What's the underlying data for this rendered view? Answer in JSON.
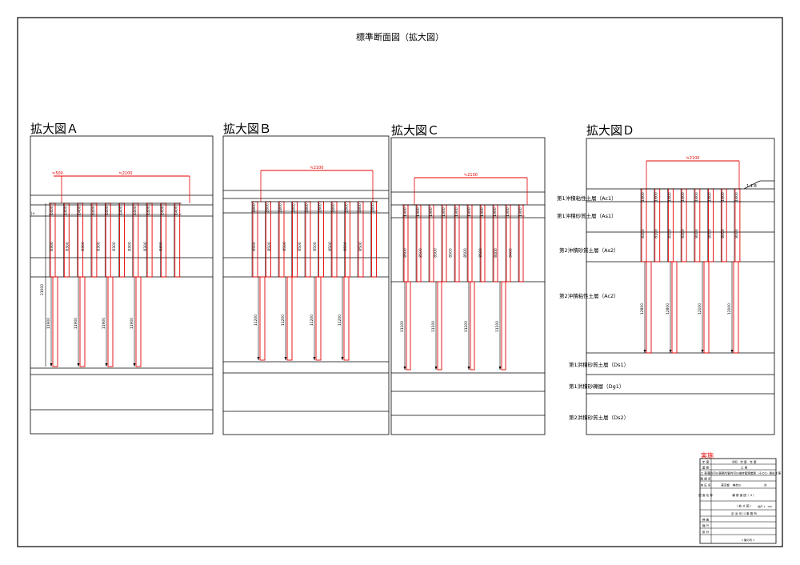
{
  "title": "標準断面図（拡大図）",
  "panels": [
    {
      "key": "A",
      "label": "拡大図Ａ",
      "width_label": "≒2100",
      "small_width_label": "≒500",
      "top_dims": [
        "1400",
        "1400",
        "1400",
        "1400",
        "1400",
        "1400",
        "1400",
        "1400",
        "1400",
        "1400"
      ],
      "mid_dims": [
        "8300",
        "8300",
        "8300",
        "8300",
        "8300",
        "8300",
        "8300",
        "8300"
      ],
      "left_long_dim": "21000",
      "deep_dims": [
        "11900",
        "11900",
        "11900",
        "11900"
      ],
      "left_tick": "|±"
    },
    {
      "key": "B",
      "label": "拡大図Ｂ",
      "width_label": "≒2100",
      "top_dims": [
        "1800",
        "1800",
        "1800",
        "1800",
        "1800",
        "1800",
        "1800",
        "1800",
        "1800",
        "1800"
      ],
      "mid_dims": [
        "8500",
        "8500",
        "8500",
        "8500",
        "8500",
        "8500",
        "8500",
        "8500"
      ],
      "deep_dims": [
        "11200",
        "11200",
        "11200",
        "11200"
      ]
    },
    {
      "key": "C",
      "label": "拡大図Ｃ",
      "width_label": "≒2100",
      "top_dims": [
        "1300",
        "1300",
        "1300",
        "1300",
        "1300",
        "1300",
        "1300",
        "1300",
        "1300",
        "1300"
      ],
      "mid_dims": [
        "8500",
        "8500",
        "8500",
        "8500",
        "8500",
        "8500",
        "8400",
        "8400"
      ],
      "deep_dims": [
        "11100",
        "11100",
        "11200",
        "11200"
      ]
    },
    {
      "key": "D",
      "label": "拡大図Ｄ",
      "width_label": "≒2100",
      "slope_label": "1:1.8",
      "top_dims": [
        "1800",
        "1800",
        "1800",
        "1800",
        "1800",
        "1800",
        "1800",
        "1800"
      ],
      "mid_dims": [
        "8100",
        "8100",
        "8100",
        "8100",
        "8000",
        "8000",
        "8000",
        "8000"
      ],
      "deep_dims": [
        "12800",
        "12800",
        "12100",
        "12000"
      ],
      "layers": [
        "第1沖積粘性土層（Ac1）",
        "第1沖積砂質土層（As1）",
        "第2沖積砂質土層（As2）",
        "第2沖積粘性土層（Ac2）",
        "第1洪積砂質土層（Ds1）",
        "第1洪積砂礫層（Dg1）",
        "第2洪積砂質土層（Ds2）"
      ]
    }
  ],
  "titleblock": {
    "stamp": "実施",
    "rows": [
      {
        "head": "年 度",
        "value": "令和　年 度　年 度"
      },
      {
        "head": "業 務",
        "value": "工 事"
      },
      {
        "head": "工 事 名",
        "value": "京浜河川事務所管内河川維持管理業務（その1）委託工事"
      },
      {
        "head": "路 線 名",
        "value": ""
      },
      {
        "head": "地 区 名",
        "value": "東京都　神奈川　　　　　　　　外"
      },
      {
        "head": "図 面 名 称",
        "value": "横 断 面 図（ 3 ）"
      },
      {
        "head": "",
        "value": "（ 拡 大 図 ）"
      },
      {
        "head": "",
        "value": "京 浜 河 川 事 務 所"
      },
      {
        "head": "検 査",
        "value": ""
      },
      {
        "head": "縮 尺",
        "value": ""
      },
      {
        "head": "設 計",
        "value": ""
      }
    ],
    "scale_note": "縮尺 1：100",
    "sheet_no": "1 葉の内 1"
  }
}
